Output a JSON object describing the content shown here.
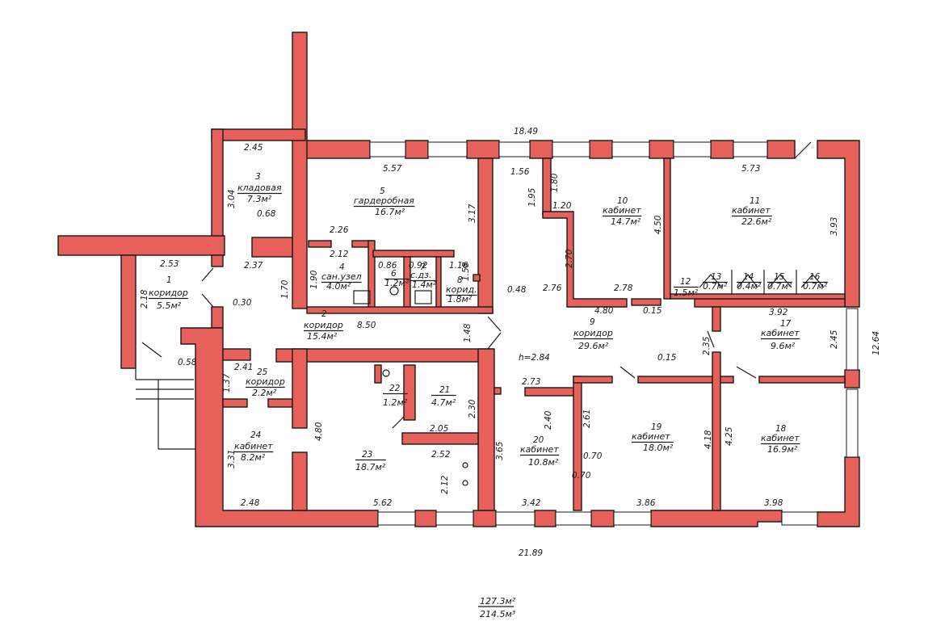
{
  "plan": {
    "rooms": [
      {
        "id": "r1",
        "num": "1",
        "name": "коридор",
        "area": "5.5м²"
      },
      {
        "id": "r2",
        "num": "2",
        "name": "коридор",
        "area": "15.4м²"
      },
      {
        "id": "r3",
        "num": "3",
        "name": "кладовая",
        "area": "7.3м²"
      },
      {
        "id": "r4",
        "num": "4",
        "name": "сан.узел",
        "area": "4.0м²"
      },
      {
        "id": "r5",
        "num": "5",
        "name": "гардеробная",
        "area": "16.7м²"
      },
      {
        "id": "r6",
        "num": "6",
        "name": "",
        "area": "1.2м²"
      },
      {
        "id": "r7",
        "num": "7",
        "name": "с.дз.",
        "area": "1.4м²"
      },
      {
        "id": "r8",
        "num": "8",
        "name": "корид.",
        "area": "1.8м²"
      },
      {
        "id": "r9",
        "num": "9",
        "name": "коридор",
        "area": "29.6м²"
      },
      {
        "id": "r10",
        "num": "10",
        "name": "кабинет",
        "area": "14.7м²"
      },
      {
        "id": "r11",
        "num": "11",
        "name": "кабинет",
        "area": "22.6м²"
      },
      {
        "id": "r12",
        "num": "12",
        "name": "",
        "area": "1.5м²"
      },
      {
        "id": "r13",
        "num": "13",
        "name": "",
        "area": "0.7м²"
      },
      {
        "id": "r14",
        "num": "14",
        "name": "",
        "area": "0.4м²"
      },
      {
        "id": "r15",
        "num": "15",
        "name": "",
        "area": "0.7м²"
      },
      {
        "id": "r16",
        "num": "16",
        "name": "",
        "area": "0.7м²"
      },
      {
        "id": "r17",
        "num": "17",
        "name": "кабинет",
        "area": "9.6м²"
      },
      {
        "id": "r18",
        "num": "18",
        "name": "кабинет",
        "area": "16.9м²"
      },
      {
        "id": "r19",
        "num": "19",
        "name": "кабинет",
        "area": "18.0м²"
      },
      {
        "id": "r20",
        "num": "20",
        "name": "кабинет",
        "area": "10.8м²"
      },
      {
        "id": "r21",
        "num": "21",
        "name": "",
        "area": "4.7м²"
      },
      {
        "id": "r22",
        "num": "22",
        "name": "",
        "area": "1.2м²"
      },
      {
        "id": "r23",
        "num": "23",
        "name": "",
        "area": "18.7м²"
      },
      {
        "id": "r24",
        "num": "24",
        "name": "кабинет",
        "area": "8.2м²"
      },
      {
        "id": "r25",
        "num": "25",
        "name": "коридор",
        "area": "2.2м²"
      }
    ],
    "dimensions": [
      "18.49",
      "2.45",
      "5.57",
      "1.56",
      "5.73",
      "3.04",
      "0.68",
      "1.95",
      "1.80",
      "1.20",
      "4.50",
      "3.93",
      "3.17",
      "2.26",
      "2.12",
      "2.53",
      "2.37",
      "0.86",
      "0.92",
      "1.16",
      "1.58",
      "2.70",
      "2.18",
      "1.90",
      "1.70",
      "0.48",
      "2.76",
      "2.78",
      "0.30",
      "8.50",
      "4.80",
      "0.15",
      "3.92",
      "1.48",
      "0.58",
      "2.35",
      "2.45",
      "12.64",
      "2.41",
      "0.15",
      "1.37",
      "2.73",
      "2.30",
      "2.40",
      "2.61",
      "2.05",
      "4.80",
      "3.31",
      "2.52",
      "3.65",
      "0.70",
      "0.70",
      "4.18",
      "4.25",
      "2.12",
      "2.48",
      "5.62",
      "3.42",
      "3.86",
      "3.98",
      "21.89"
    ],
    "height_note": "h=2.84",
    "total_area_1": "127.3м²",
    "total_area_2": "214.5м³"
  }
}
